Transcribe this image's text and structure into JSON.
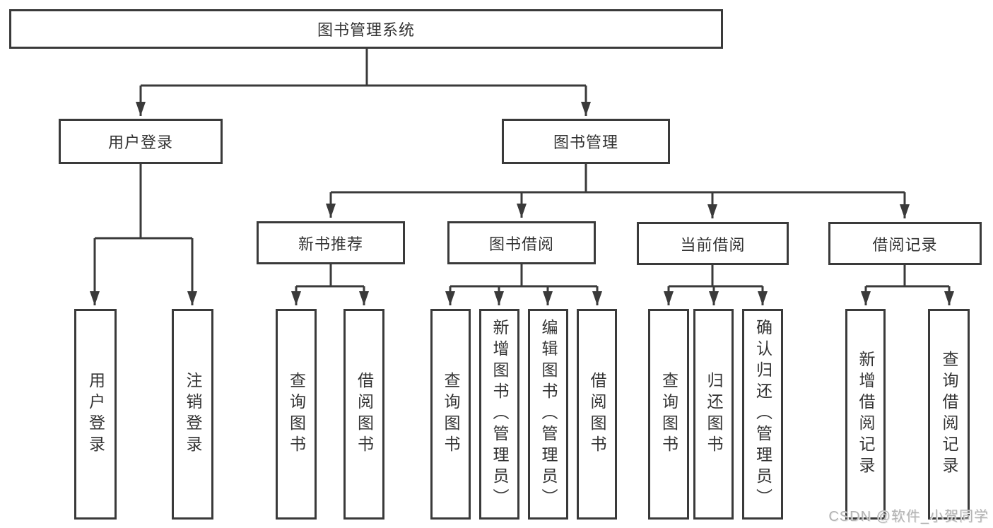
{
  "diagram_type": "hierarchy-tree",
  "colors": {
    "line": "#3a3a3a",
    "border": "#3a3a3a",
    "text": "#333333",
    "watermark": "#b3b3b3",
    "background": "#ffffff"
  },
  "tree": {
    "label": "图书管理系统",
    "children": [
      {
        "label": "用户登录",
        "children": [
          {
            "label": "用户登录"
          },
          {
            "label": "注销登录"
          }
        ]
      },
      {
        "label": "图书管理",
        "children": [
          {
            "label": "新书推荐",
            "children": [
              {
                "label": "查询图书"
              },
              {
                "label": "借阅图书"
              }
            ]
          },
          {
            "label": "图书借阅",
            "children": [
              {
                "label": "查询图书"
              },
              {
                "label": "新增图书（管理员）"
              },
              {
                "label": "编辑图书（管理员）"
              },
              {
                "label": "借阅图书"
              }
            ]
          },
          {
            "label": "当前借阅",
            "children": [
              {
                "label": "查询图书"
              },
              {
                "label": "归还图书"
              },
              {
                "label": "确认归还（管理员）"
              }
            ]
          },
          {
            "label": "借阅记录",
            "children": [
              {
                "label": "新增借阅记录"
              },
              {
                "label": "查询借阅记录"
              }
            ]
          }
        ]
      }
    ]
  },
  "watermark": "CSDN @软件_小贺同学"
}
